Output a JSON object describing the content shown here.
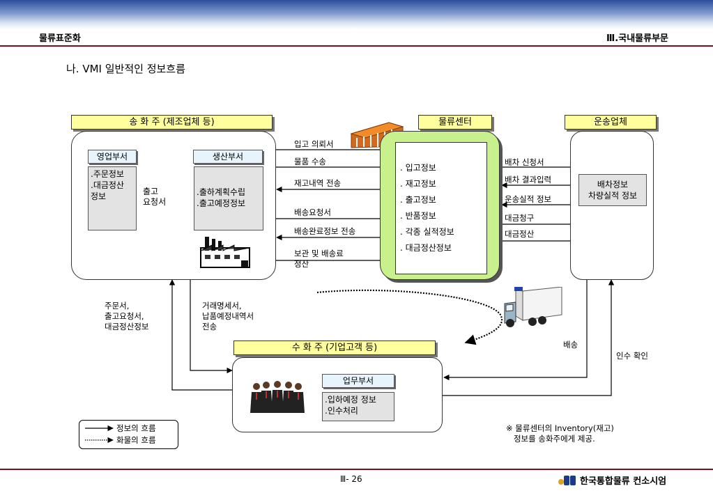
{
  "header": {
    "left": "물류표준화",
    "right": "Ⅲ.국내물류부문"
  },
  "section_title": "나. VMI 일반적인 정보흐름",
  "shipper": {
    "title": "송  화  주 (제조업체 등)",
    "sales_dept": "영업부서",
    "sales_items": ".주문정보\n.대금정산\n 정보",
    "release_req": "출고\n요청서",
    "prod_dept": "생산부서",
    "prod_items": ".출하계획수립\n.출고예정정보"
  },
  "center": {
    "title": "물류센터",
    "items": [
      ". 입고정보",
      ". 재고정보",
      ". 출고정보",
      ". 반품정보",
      ". 각종 실적정보",
      ". 대금정산정보"
    ]
  },
  "carrier": {
    "title": "운송업체",
    "info": "배차정보\n차량실적 정보"
  },
  "flows_left": [
    "입고 의뢰서",
    "물품 수송",
    "재고내역 전송",
    "배송요청서",
    "배송완료정보 전송",
    "보관 및 배송료\n정산"
  ],
  "flows_right": [
    "배차 신청서",
    "배차 결과입력",
    "운송실적 정보",
    "대금청구",
    "대금정산"
  ],
  "notes": {
    "order_docs": "주문서,\n출고요청서,\n대금정산정보",
    "transaction_docs": "거래명세서,\n납품예정내역서\n전송",
    "delivery": "배송",
    "receipt_confirm": "인수 확인"
  },
  "consignee": {
    "title": "수  화  주 (기업고객 등)",
    "dept": "업무부서",
    "items": ".입하예정 정보\n.인수처리"
  },
  "legend": {
    "info_flow": "정보의 흐름",
    "goods_flow": "화물의 흐름"
  },
  "footnote": "※ 물류센터의 Inventory(재고)\n   정보를 송화주에게 제공.",
  "footer": {
    "page": "Ⅲ- 26",
    "company": "한국통합물류 컨소시엄"
  },
  "colors": {
    "label_yellow": "#ffff9e",
    "center_green": "#c8f08c",
    "dept_blue": "#e8f4fb",
    "rule_red": "#7a0d1a"
  }
}
